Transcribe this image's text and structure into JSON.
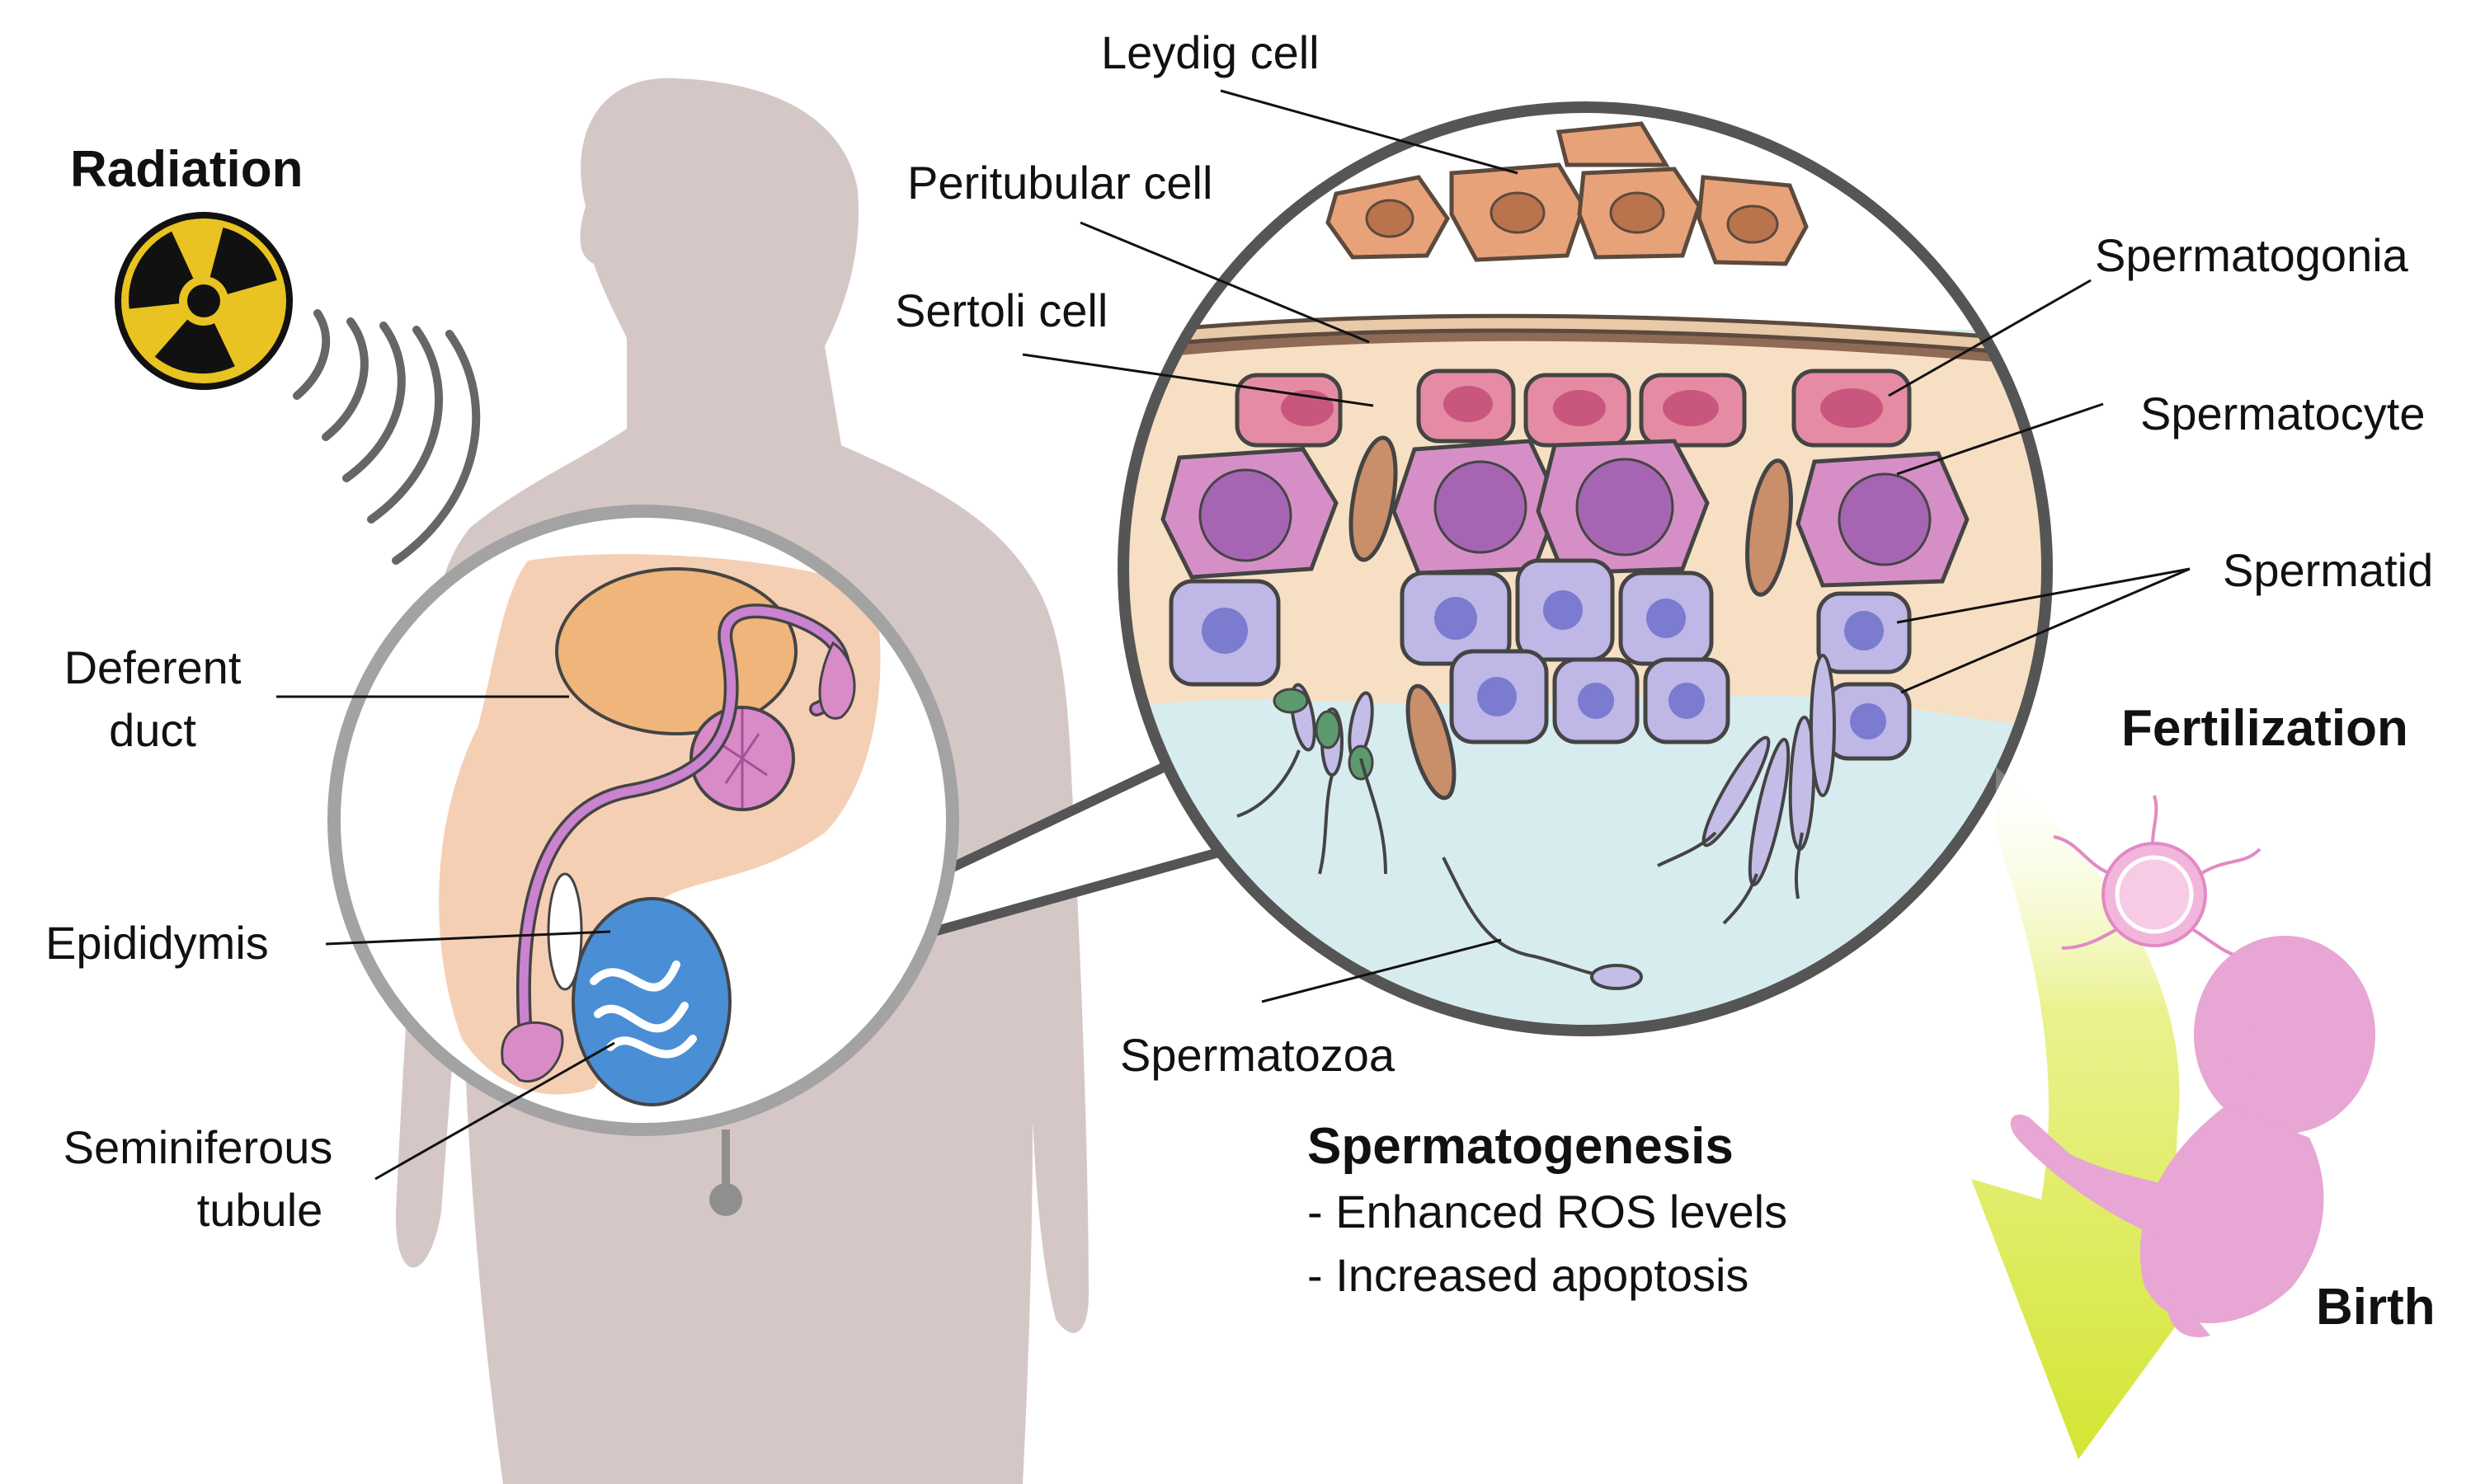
{
  "labels": {
    "leydig_cell": "Leydig cell",
    "peritubular_cell": "Peritubular cell",
    "sertoli_cell": "Sertoli cell",
    "spermatogonia": "Spermatogonia",
    "spermatocyte": "Spermatocyte",
    "spermatid": "Spermatid",
    "spermatozoa": "Spermatozoa",
    "deferent_duct_1": "Deferent",
    "deferent_duct_2": "duct",
    "epididymis": "Epididymis",
    "seminiferous_1": "Seminiferous",
    "seminiferous_2": "tubule",
    "radiation": "Radiation",
    "fertilization": "Fertilization",
    "birth": "Birth"
  },
  "process": {
    "title": "Spermatogenesis",
    "effects": [
      "- Enhanced ROS levels",
      "- Increased apoptosis"
    ]
  },
  "colors": {
    "body_silhouette": "#d6c7c7",
    "lens_ring": "#a3a3a3",
    "big_circle_ring": "#555555",
    "tubule_blue": "#4a8ed6",
    "arrow_green": "#d6e63a",
    "embryo_pink": "#e7a6d3",
    "radiation_yellow": "#e8c321"
  }
}
